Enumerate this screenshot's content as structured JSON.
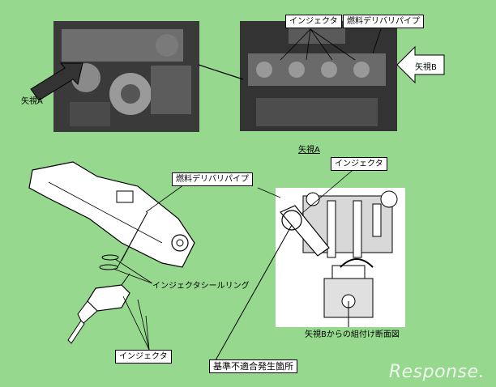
{
  "labels": {
    "yashi_a_left": "矢視A",
    "yashi_b": "矢視B",
    "injector_top": "インジェクタ",
    "fuel_pipe_top": "燃料デリバリパイプ",
    "yashi_a_caption": "矢視A",
    "fuel_pipe_mid": "燃料デリバリパイプ",
    "injector_right": "インジェクタ",
    "seal_ring": "インジェクタシールリング",
    "section_caption": "矢視Bからの組付け断面図",
    "injector_bottom": "インジェクタ",
    "failure_point": "基準不適合発生箇所"
  },
  "watermark": "Response."
}
